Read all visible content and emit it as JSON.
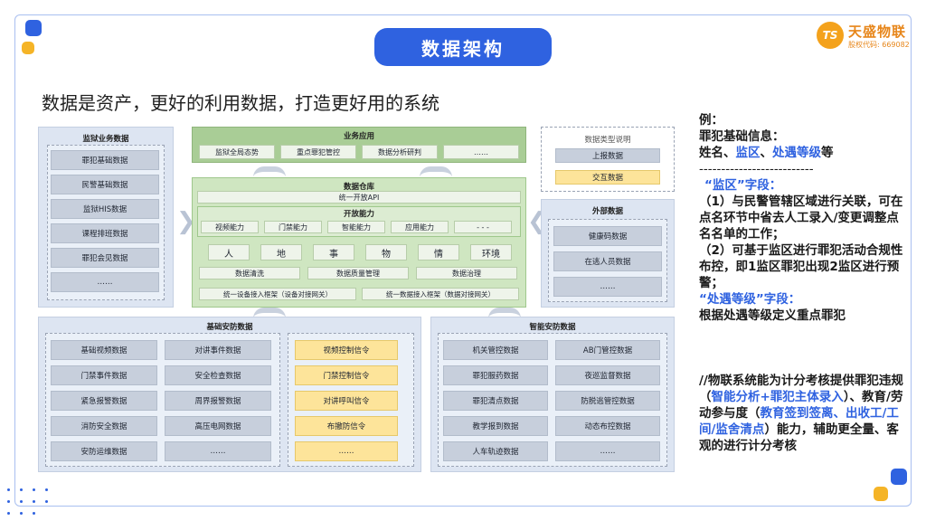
{
  "title": "数据架构",
  "logo": {
    "mark": "TS",
    "name": "天盛物联",
    "sub": "股权代码: 669082"
  },
  "headline": "数据是资产，更好的利用数据，打造更好用的系统",
  "prison_data": {
    "title": "监狱业务数据",
    "items": [
      "罪犯基础数据",
      "民警基础数据",
      "监狱HIS数据",
      "课程排班数据",
      "罪犯会见数据",
      "……"
    ]
  },
  "business_apps": {
    "title": "业务应用",
    "items": [
      "监狱全局态势",
      "重点罪犯管控",
      "数据分析研判",
      "……"
    ]
  },
  "warehouse": {
    "title": "数据仓库",
    "api": "统一开放API",
    "capability_title": "开放能力",
    "capabilities": [
      "视频能力",
      "门禁能力",
      "智能能力",
      "应用能力",
      "- - -"
    ],
    "elements": [
      "人",
      "地",
      "事",
      "物",
      "情",
      "环境"
    ],
    "processing": [
      "数据清洗",
      "数据质量管理",
      "数据治理"
    ],
    "frameworks": [
      "统一设备接入框架（设备对接网关）",
      "统一数据接入框架（数据对接网关）"
    ]
  },
  "legend": {
    "title": "数据类型说明",
    "items": [
      "上报数据",
      "交互数据"
    ]
  },
  "external": {
    "title": "外部数据",
    "items": [
      "健康码数据",
      "在逃人员数据",
      "……"
    ]
  },
  "security_basic": {
    "title": "基础安防数据",
    "col1": [
      "基础视频数据",
      "门禁事件数据",
      "紧急报警数据",
      "消防安全数据",
      "安防运维数据"
    ],
    "col2": [
      "对讲事件数据",
      "安全检查数据",
      "周界报警数据",
      "高压电网数据",
      "……"
    ],
    "col3": [
      "视频控制信令",
      "门禁控制信令",
      "对讲呼叫信令",
      "布撤防信令",
      "……"
    ]
  },
  "security_smart": {
    "title": "智能安防数据",
    "col1": [
      "机关管控数据",
      "罪犯服药数据",
      "罪犯清点数据",
      "教学报到数据",
      "人车轨迹数据"
    ],
    "col2": [
      "AB门管控数据",
      "夜巡监督数据",
      "防脱逃管控数据",
      "动态布控数据",
      "……"
    ]
  },
  "notes": {
    "l1": "例：",
    "l2": "罪犯基础信息：",
    "l3a": "姓名、",
    "l3b": "监区",
    "l3c": "、",
    "l3d": "处遇等级",
    "l3e": "等",
    "sep": "--------------------------",
    "f1": "“监区”字段：",
    "f1_p1": "（1）与民警管辖区域进行关联，可在点名环节中省去人工录入/变更调整点名名单的工作；",
    "f1_p2": "（2）可基于监区进行罪犯活动合规性布控，即1监区罪犯出现2监区进行预警；",
    "f2": "“处遇等级”字段：",
    "f2_p1": "根据处遇等级定义重点罪犯",
    "b_a": "//物联系统能为计分考核提供罪犯违规（",
    "b_b": "智能分析+罪犯主体录入",
    "b_c": "）、教育/劳动参与度（",
    "b_d": "教育签到签离、出收工/工间/监舍清点",
    "b_e": "）能力，辅助更全量、客观的进行计分考核"
  },
  "colors": {
    "accent": "#2f62e0",
    "green": "#a9cd96",
    "yellow": "#fde49a",
    "orange": "#f4a21c"
  }
}
